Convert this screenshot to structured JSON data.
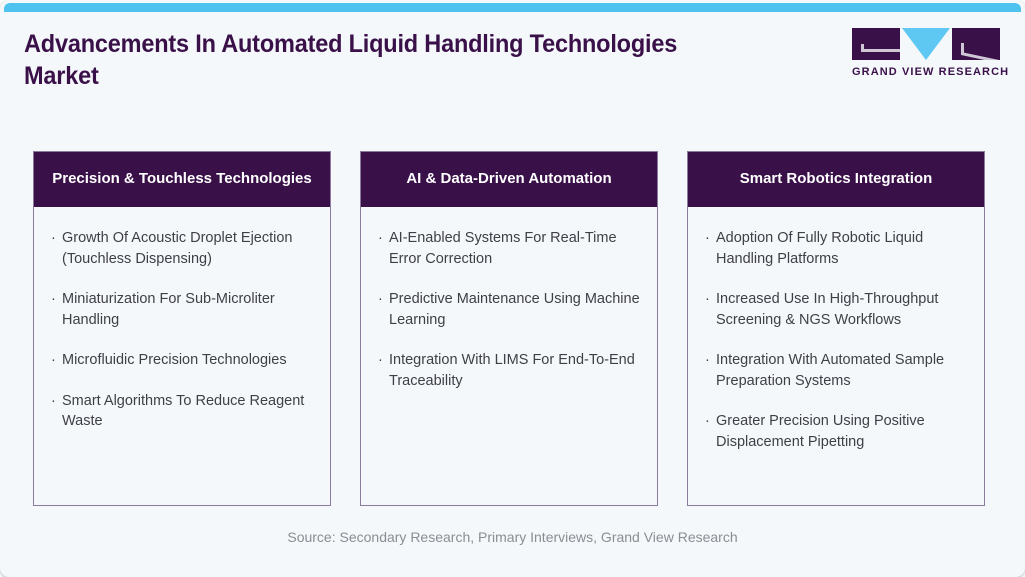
{
  "accent_color": "#4ec3ef",
  "brand_color": "#3a1049",
  "page_background": "#f4f8fb",
  "header": {
    "title": "Advancements In Automated Liquid Handling Technologies Market",
    "logo": {
      "name": "grand-view-research-logo",
      "wordmark": "GRAND VIEW RESEARCH"
    }
  },
  "columns": [
    {
      "title": "Precision & Touchless Technologies",
      "bullets": [
        "Growth Of Acoustic Droplet Ejection (Touchless Dispensing)",
        "Miniaturization For Sub-Microliter Handling",
        "Microfluidic Precision Technologies",
        "Smart Algorithms To Reduce Reagent Waste"
      ]
    },
    {
      "title": "AI & Data-Driven Automation",
      "bullets": [
        "AI-Enabled Systems For Real-Time Error Correction",
        "Predictive Maintenance Using Machine Learning",
        "Integration With LIMS For End-To-End Traceability"
      ]
    },
    {
      "title": "Smart Robotics Integration",
      "bullets": [
        "Adoption Of Fully Robotic Liquid Handling Platforms",
        "Increased Use In High-Throughput Screening & NGS Workflows",
        "Integration With Automated Sample Preparation Systems",
        "Greater Precision Using Positive Displacement Pipetting"
      ]
    }
  ],
  "bullet_glyph": "·",
  "footer": {
    "source": "Source: Secondary Research, Primary Interviews, Grand View Research"
  }
}
